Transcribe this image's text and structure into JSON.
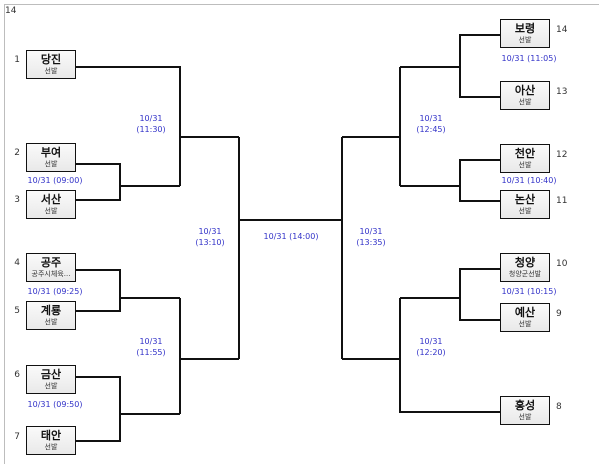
{
  "corner_label": "14",
  "teams": [
    {
      "seed": "1",
      "name": "당진",
      "sub": "선발"
    },
    {
      "seed": "2",
      "name": "부여",
      "sub": "선발"
    },
    {
      "seed": "3",
      "name": "서산",
      "sub": "선발"
    },
    {
      "seed": "4",
      "name": "공주",
      "sub": "공주시체육..."
    },
    {
      "seed": "5",
      "name": "계룡",
      "sub": "선발"
    },
    {
      "seed": "6",
      "name": "금산",
      "sub": "선발"
    },
    {
      "seed": "7",
      "name": "태안",
      "sub": "선발"
    },
    {
      "seed": "14",
      "name": "보령",
      "sub": "선발"
    },
    {
      "seed": "13",
      "name": "아산",
      "sub": "선발"
    },
    {
      "seed": "12",
      "name": "천안",
      "sub": "선발"
    },
    {
      "seed": "11",
      "name": "논산",
      "sub": "선발"
    },
    {
      "seed": "10",
      "name": "청양",
      "sub": "청양군선발"
    },
    {
      "seed": "9",
      "name": "예산",
      "sub": "선발"
    },
    {
      "seed": "8",
      "name": "홍성",
      "sub": "선발"
    }
  ],
  "matches": {
    "m_2_3": "10/31 (09:00)",
    "m_4_5": "10/31 (09:25)",
    "m_6_7": "10/31 (09:50)",
    "m_14_13": "10/31 (11:05)",
    "m_12_11": "10/31 (10:40)",
    "m_10_9": "10/31 (10:15)",
    "qf_left_top": [
      "10/31",
      "(11:30)"
    ],
    "qf_left_bottom": [
      "10/31",
      "(11:55)"
    ],
    "qf_right_top": [
      "10/31",
      "(12:45)"
    ],
    "qf_right_bottom": [
      "10/31",
      "(12:20)"
    ],
    "sf_left": [
      "10/31",
      "(13:10)"
    ],
    "sf_right": [
      "10/31",
      "(13:35)"
    ],
    "final": "10/31 (14:00)"
  }
}
